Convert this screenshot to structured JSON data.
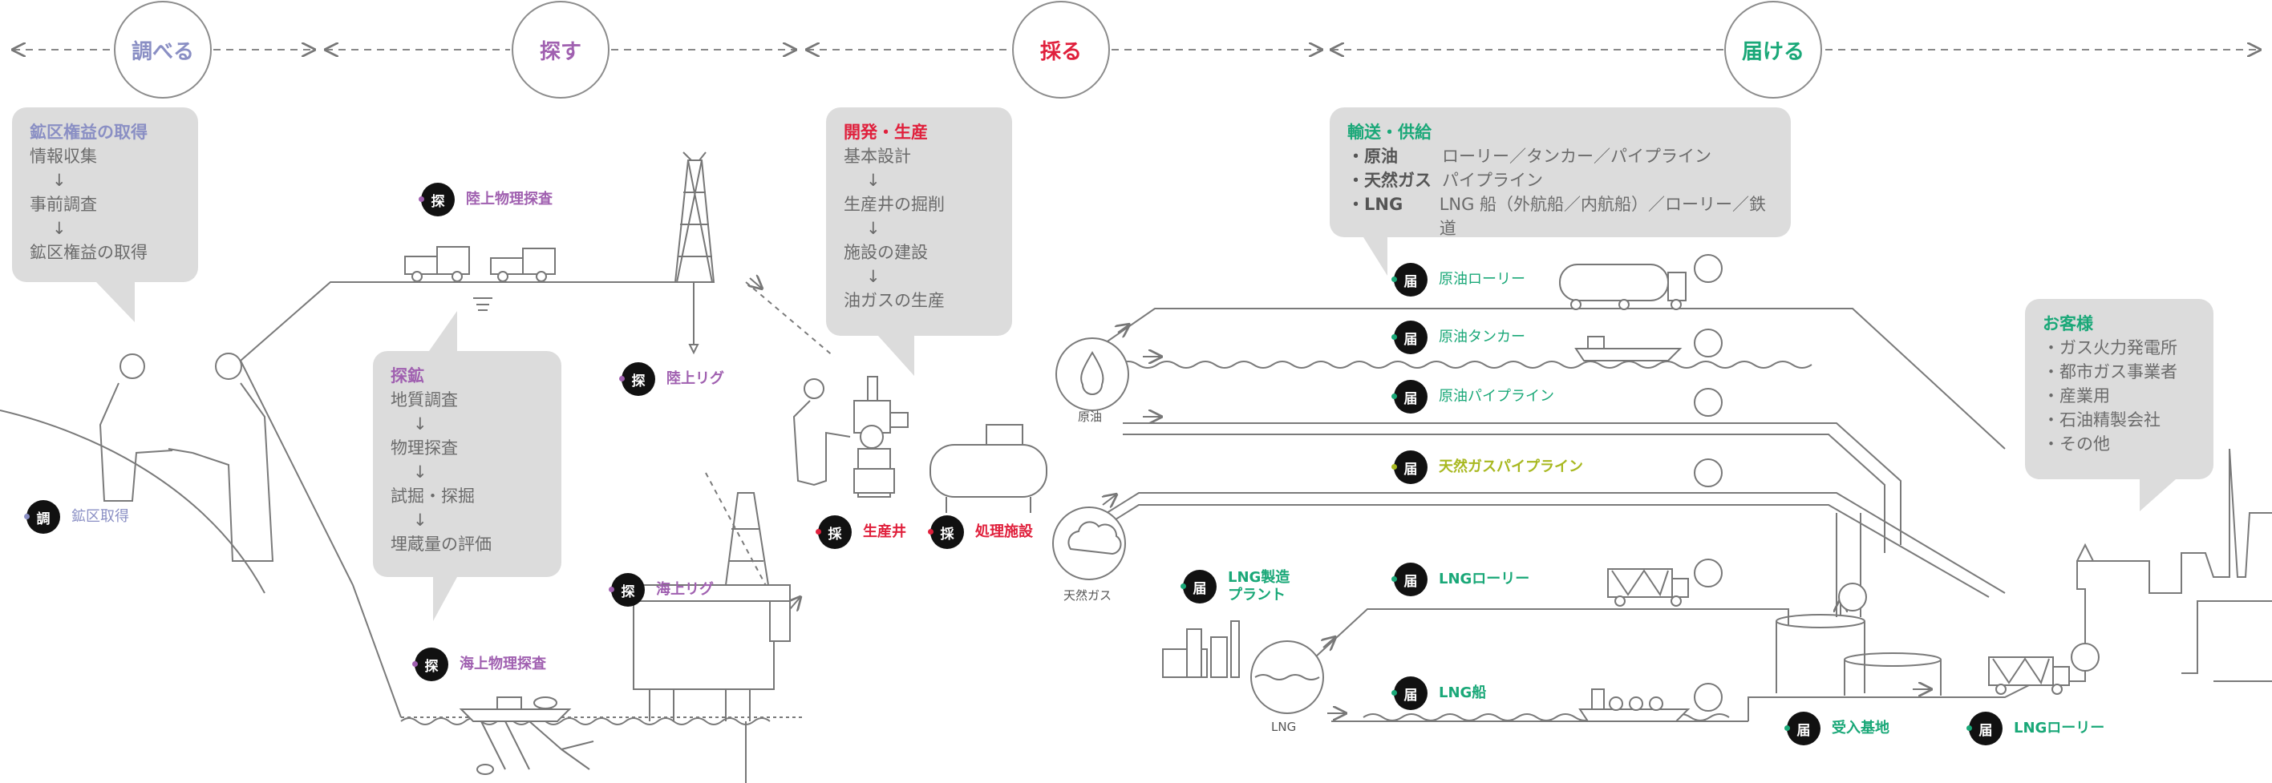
{
  "colors": {
    "investigate": "#8a8fc4",
    "explore": "#a060b0",
    "produce": "#e0203c",
    "deliver": "#1aa878",
    "gas_pipeline": "#a8b820",
    "bubble": "#dcdcdc",
    "line": "#7a7a7a"
  },
  "stages": {
    "investigate": "調べる",
    "explore": "探す",
    "produce": "採る",
    "deliver": "届ける"
  },
  "bubbles": {
    "rights": {
      "title": "鉱区権益の取得",
      "steps": [
        "情報収集",
        "事前調査",
        "鉱区権益の取得"
      ],
      "arrow": "↓"
    },
    "exploration": {
      "title": "探鉱",
      "steps": [
        "地質調査",
        "物理探査",
        "試掘・探掘",
        "埋蔵量の評価"
      ],
      "arrow": "↓"
    },
    "development": {
      "title": "開発・生産",
      "steps": [
        "基本設計",
        "生産井の掘削",
        "施設の建設",
        "油ガスの生産"
      ],
      "arrow": "↓"
    },
    "transport": {
      "title": "輸送・供給",
      "items": [
        {
          "key": "・原油",
          "value": "ローリー／タンカー／パイプライン"
        },
        {
          "key": "・天然ガス",
          "value": "パイプライン"
        },
        {
          "key": "・LNG",
          "value": "LNG 船（外航船／内航船）／ローリー／鉄道"
        }
      ]
    },
    "customers": {
      "title": "お客様",
      "items": [
        "・ガス火力発電所",
        "・都市ガス事業者",
        "・産業用",
        "・石油精製会社",
        "・その他"
      ]
    }
  },
  "badges": {
    "mining_rights": {
      "char": "調",
      "label": "鉱区取得"
    },
    "land_survey": {
      "char": "探",
      "label": "陸上物理探査"
    },
    "land_rig": {
      "char": "探",
      "label": "陸上リグ"
    },
    "offshore_rig": {
      "char": "探",
      "label": "海上リグ"
    },
    "offshore_survey": {
      "char": "探",
      "label": "海上物理探査"
    },
    "production_well": {
      "char": "採",
      "label": "生産井"
    },
    "processing": {
      "char": "採",
      "label": "処理施設"
    },
    "crude_lorry": {
      "char": "届",
      "label": "原油ローリー"
    },
    "crude_tanker": {
      "char": "届",
      "label": "原油タンカー"
    },
    "crude_pipeline": {
      "char": "届",
      "label": "原油パイプライン"
    },
    "gas_pipeline": {
      "char": "届",
      "label": "天然ガスパイプライン"
    },
    "lng_plant": {
      "char": "届",
      "label": "LNG製造\nプラント"
    },
    "lng_lorry": {
      "char": "届",
      "label": "LNGローリー"
    },
    "lng_ship": {
      "char": "届",
      "label": "LNG船"
    },
    "terminal": {
      "char": "届",
      "label": "受入基地"
    },
    "lng_lorry2": {
      "char": "届",
      "label": "LNGローリー"
    }
  },
  "labels": {
    "crude": "原油",
    "natural_gas": "天然ガス",
    "lng": "LNG"
  },
  "icons": [
    "handshake-icon",
    "drilling-rig-icon",
    "survey-truck-icon",
    "wellhead-icon",
    "tank-icon",
    "lorry-icon",
    "tanker-icon",
    "droplet-icon",
    "cloud-icon",
    "factory-icon",
    "ship-icon",
    "city-icon"
  ]
}
